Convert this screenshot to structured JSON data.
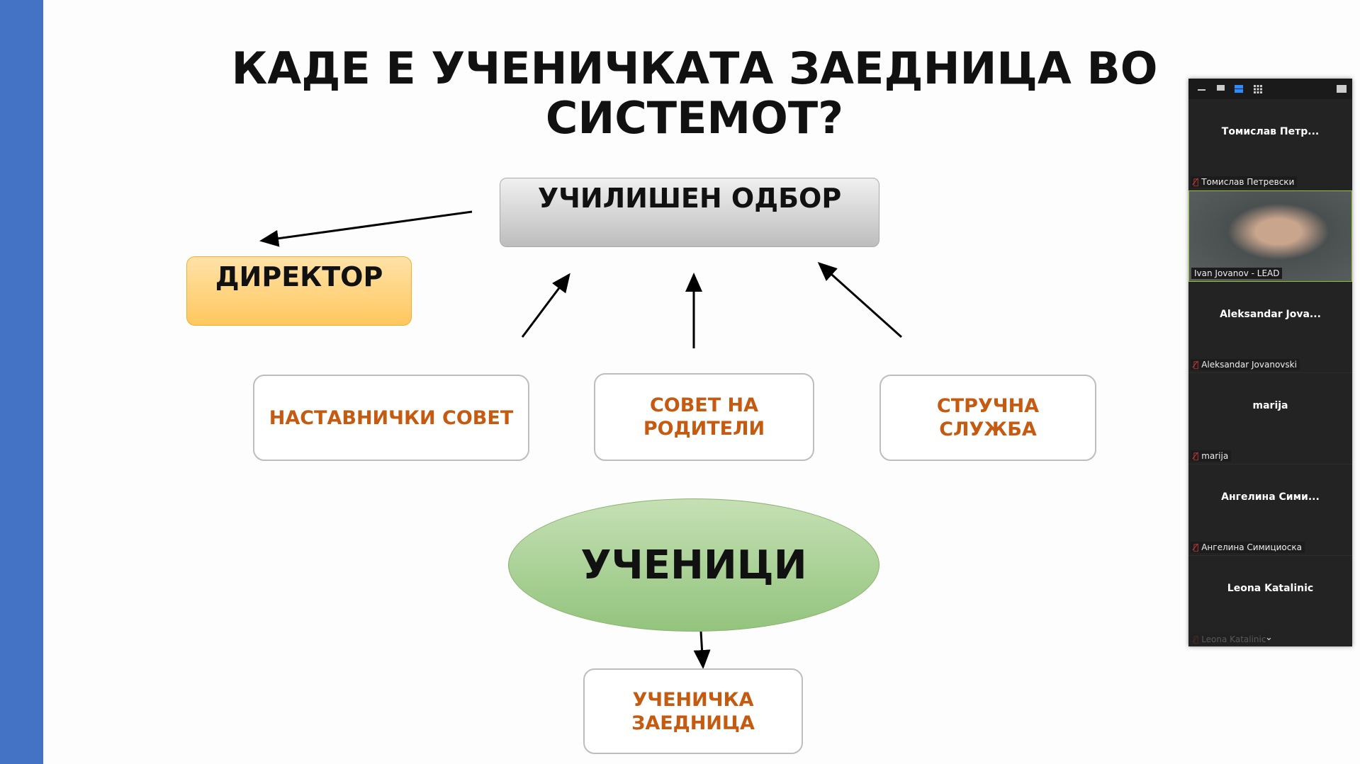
{
  "slide": {
    "title_line1": "КАДЕ Е УЧЕНИЧКАТА ЗАЕДНИЦА ВО",
    "title_line2": "СИСТЕМОТ?",
    "school_board": "УЧИЛИШЕН ОДБОР",
    "director": "ДИРЕКТОР",
    "teachers_council": "НАСТАВНИЧКИ СОВЕТ",
    "parents_council": "СОВЕТ НА РОДИТЕЛИ",
    "expert_service": "СТРУЧНА СЛУЖБА",
    "students": "УЧЕНИЦИ",
    "student_community": "УЧЕНИЧКА ЗАЕДНИЦА"
  },
  "zoom_panel": {
    "participants": [
      {
        "display": "Томислав  Петр...",
        "label": "Томислав Петревски",
        "muted": true,
        "video": false
      },
      {
        "display": "",
        "label": "Ivan Jovanov - LEAD",
        "muted": false,
        "video": true
      },
      {
        "display": "Aleksandar  Jova...",
        "label": "Aleksandar Jovanovski",
        "muted": true,
        "video": false
      },
      {
        "display": "marija",
        "label": "marija",
        "muted": true,
        "video": false
      },
      {
        "display": "Ангелина  Сими...",
        "label": "Ангелина Симициоска",
        "muted": true,
        "video": false
      },
      {
        "display": "Leona Katalinic",
        "label": "Leona Katalinic",
        "muted": true,
        "video": false
      }
    ]
  },
  "colors": {
    "accent_bar": "#4472c4",
    "orange_text": "#c55a11",
    "active_speaker": "#8fbf3c"
  }
}
